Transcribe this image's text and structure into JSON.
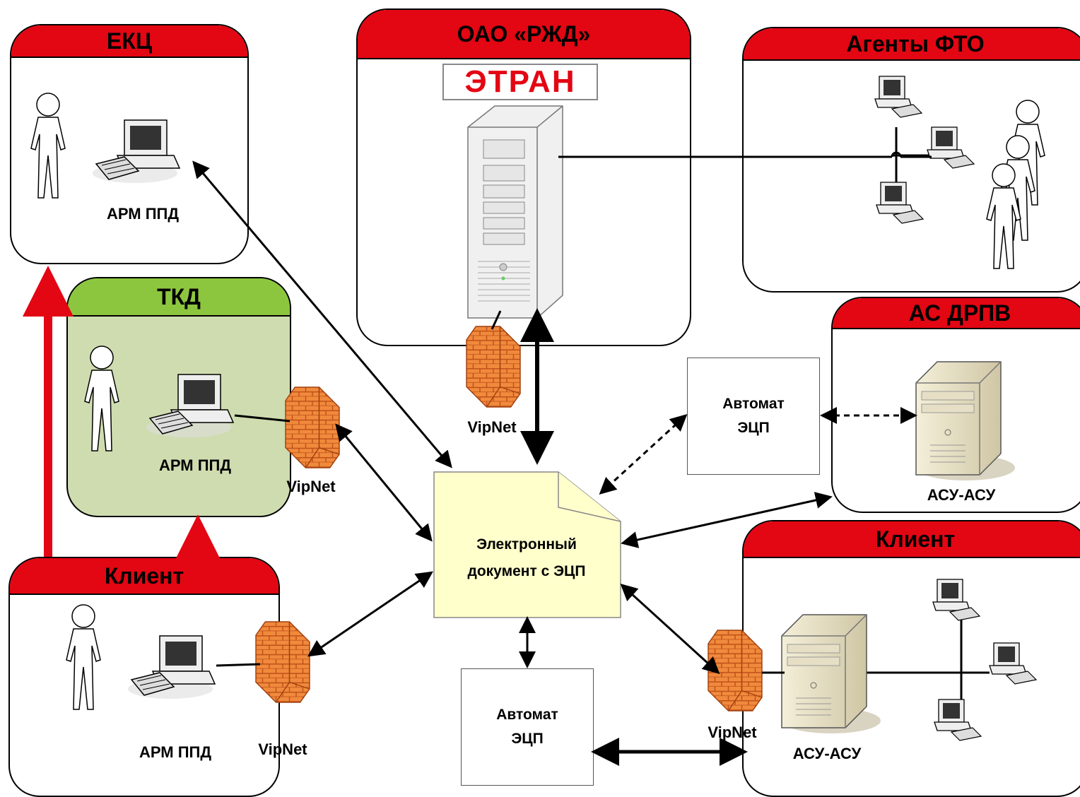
{
  "panels": {
    "ekc": {
      "title": "ЕКЦ",
      "arm_label": "АРМ ППД"
    },
    "rzd": {
      "title": "ОАО «РЖД»",
      "etran": "ЭТРАН",
      "vipnet": "VipNet"
    },
    "agents": {
      "title": "Агенты ФТО"
    },
    "tkd": {
      "title": "ТКД",
      "arm_label": "АРМ ППД",
      "vipnet": "VipNet"
    },
    "as_drpv": {
      "title": "АС ДРПВ",
      "asu_label": "АСУ-АСУ"
    },
    "client_left": {
      "title": "Клиент",
      "arm_label": "АРМ ППД",
      "vipnet": "VipNet"
    },
    "client_right": {
      "title": "Клиент",
      "asu_label": "АСУ-АСУ",
      "vipnet": "VipNet"
    }
  },
  "automat_top": {
    "line1": "Автомат",
    "line2": "ЭЦП"
  },
  "automat_bottom": {
    "line1": "Автомат",
    "line2": "ЭЦП"
  },
  "document": {
    "line1": "Электронный",
    "line2": "документ с ЭЦП"
  },
  "colors": {
    "header_red": "#e30613",
    "header_green": "#8cc63f",
    "panel_green": "#cfdcb0",
    "document_fill": "#ffffcc",
    "arrow_red": "#e30613"
  }
}
